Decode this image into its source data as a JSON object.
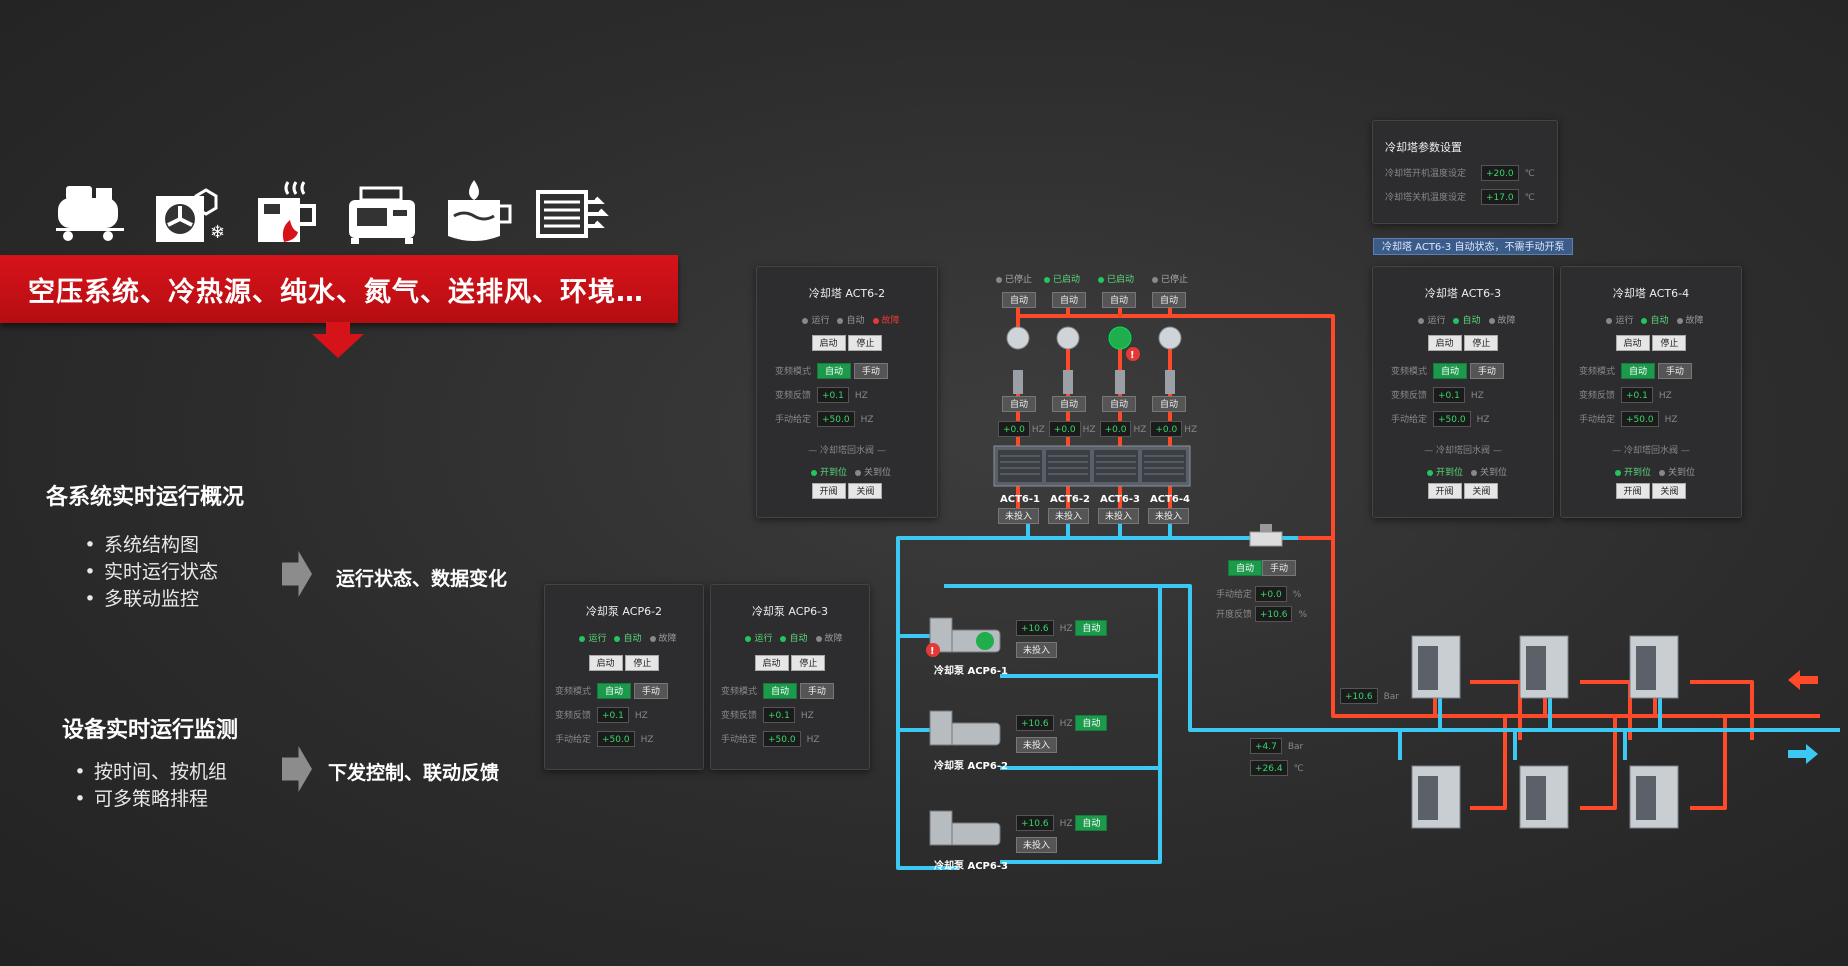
{
  "banner": {
    "text": "空压系统、冷热源、纯水、氮气、送排风、环境…"
  },
  "system_icons": [
    "air-compressor-icon",
    "chiller-icon",
    "pure-water-icon",
    "nitrogen-icon",
    "water-tank-icon",
    "ventilation-icon"
  ],
  "section1": {
    "title": "各系统实时运行概况",
    "bullets": [
      "系统结构图",
      "实时运行状态",
      "多联动监控"
    ],
    "callout": "运行状态、数据变化"
  },
  "section2": {
    "title": "设备实时运行监测",
    "bullets": [
      "按时间、按机组",
      "可多策略排程"
    ],
    "callout": "下发控制、联动反馈"
  },
  "labels": {
    "run": "运行",
    "auto": "自动",
    "fault": "故障",
    "start": "启动",
    "stop": "停止",
    "vf_mode": "变频模式",
    "manual": "手动",
    "vf_feedback": "变频反馈",
    "manual_set": "手动给定",
    "hz": "HZ",
    "open_pos": "开到位",
    "close_pos": "关到位",
    "open_valve": "开阀",
    "close_valve": "关阀",
    "not_in": "未投入",
    "return_valve": "— 冷却塔回水阀 —",
    "manual_set2": "手动给定",
    "open_fb": "开度反馈",
    "pct": "%",
    "bar": "Bar",
    "degc": "℃",
    "stopped": "已停止",
    "started": "已启动"
  },
  "tower_params": {
    "title": "冷却塔参数设置",
    "rows": [
      {
        "label": "冷却塔开机温度设定",
        "value": "+20.0",
        "unit": "℃"
      },
      {
        "label": "冷却塔关机温度设定",
        "value": "+17.0",
        "unit": "℃"
      }
    ]
  },
  "notice": "冷却塔 ACT6-3 自动状态，不需手动开泵",
  "tower_cards": [
    {
      "title": "冷却塔 ACT6-2",
      "fb": "+0.1",
      "set": "+50.0"
    },
    {
      "title": "冷却塔 ACT6-3",
      "fb": "+0.1",
      "set": "+50.0"
    },
    {
      "title": "冷却塔 ACT6-4",
      "fb": "+0.1",
      "set": "+50.0"
    }
  ],
  "pump_cards": [
    {
      "title": "冷却泵 ACP6-2",
      "fb": "+0.1",
      "set": "+50.0"
    },
    {
      "title": "冷却泵 ACP6-3",
      "fb": "+0.1",
      "set": "+50.0"
    }
  ],
  "fans": [
    {
      "state": "已停止",
      "name": "ACT6-1",
      "value": "+0.0"
    },
    {
      "state": "已启动",
      "name": "ACT6-2",
      "value": "+0.0"
    },
    {
      "state": "已启动",
      "name": "ACT6-3",
      "value": "+0.0"
    },
    {
      "state": "已停止",
      "name": "ACT6-4",
      "value": "+0.0"
    }
  ],
  "pumps": [
    {
      "name": "冷却泵 ACP6-1",
      "value": "+10.6"
    },
    {
      "name": "冷却泵 ACP6-2",
      "value": "+10.6"
    },
    {
      "name": "冷却泵 ACP6-3",
      "value": "+10.6"
    }
  ],
  "valve": {
    "set": "+0.0",
    "fb": "+10.6"
  },
  "readings": {
    "pressure_top": "+10.6",
    "pressure": "+4.7",
    "temp": "+26.4"
  },
  "colors": {
    "accent": "#d7131a",
    "ok": "#1c9a4c",
    "hot_pipe": "#ff4a2a",
    "cold_pipe": "#3bc8f2"
  }
}
